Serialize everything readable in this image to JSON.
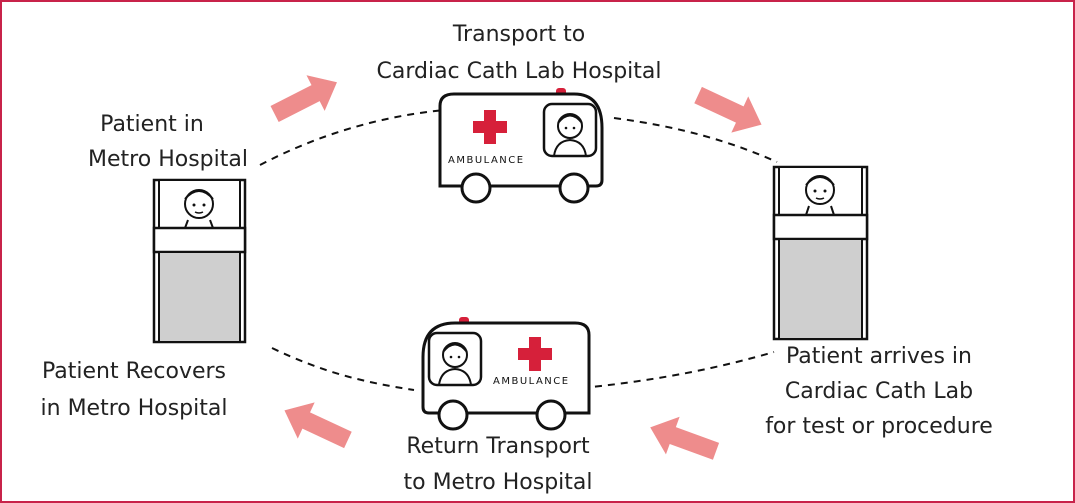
{
  "colors": {
    "border": "#c8234a",
    "arrow": "#ee8c8c",
    "cross": "#d6203a",
    "bed_fill": "#cfcfcf",
    "stroke": "#111111"
  },
  "labels": {
    "start_line1": "Patient in",
    "start_line2": "Metro Hospital",
    "transport_line1": "Transport to",
    "transport_line2": "Cardiac Cath Lab Hospital",
    "arrive_line1": "Patient arrives in",
    "arrive_line2": "Cardiac Cath Lab",
    "arrive_line3": "for test or procedure",
    "return_line1": "Return Transport",
    "return_line2": "to Metro Hospital",
    "recover_line1": "Patient Recovers",
    "recover_line2": "in Metro Hospital"
  },
  "ambulance": {
    "text_top": "AMBULANCE",
    "text_bottom": "AMBULANCE"
  },
  "icons": [
    "hospital-bed-icon",
    "ambulance-icon",
    "flow-arrow-icon"
  ]
}
